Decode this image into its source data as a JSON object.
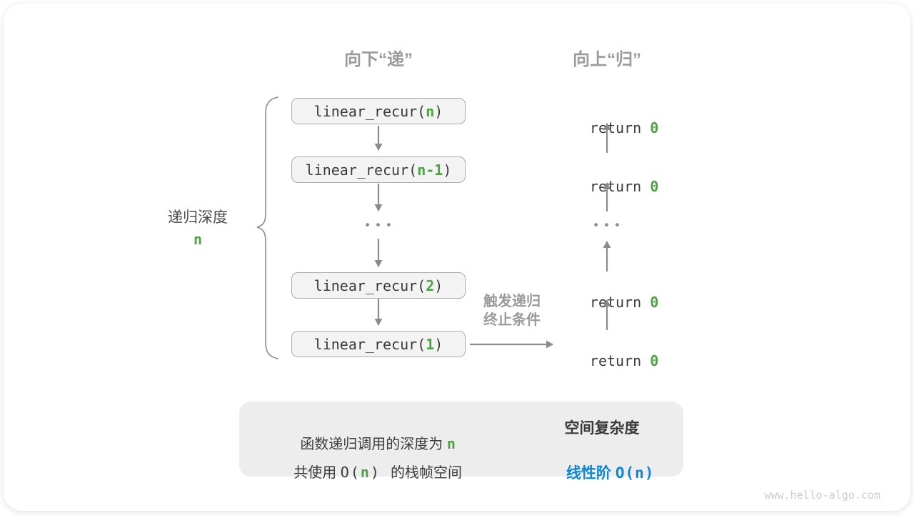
{
  "colors": {
    "green": "#50a046",
    "blue": "#0e86d6",
    "arrow_gray": "#8b8b8b"
  },
  "headers": {
    "descend": "向下“递”",
    "ascend": "向上“归”"
  },
  "depth_label": {
    "title": "递归深度",
    "value": "n"
  },
  "stack": {
    "frames": [
      {
        "pre": "linear_recur(",
        "arg": "n",
        "post": ")"
      },
      {
        "pre": "linear_recur(",
        "arg": "n-1",
        "post": ")"
      },
      {
        "pre": "linear_recur(",
        "arg": "2",
        "post": ")"
      },
      {
        "pre": "linear_recur(",
        "arg": "1",
        "post": ")"
      }
    ],
    "ellipsis": "•••"
  },
  "returns": {
    "items": [
      {
        "pre": "return ",
        "val": "0"
      },
      {
        "pre": "return ",
        "val": "0"
      },
      {
        "pre": "return ",
        "val": "0"
      },
      {
        "pre": "return ",
        "val": "0"
      }
    ],
    "ellipsis": "•••"
  },
  "trigger": {
    "line1": "触发递归",
    "line2": "终止条件"
  },
  "summary": {
    "left": {
      "line1_text": "函数递归调用的深度为 ",
      "line1_arg": "n",
      "line2_text1": "共使用 ",
      "line2_code_open": "O(",
      "line2_arg": "n",
      "line2_code_close": ") ",
      "line2_text2": "的栈帧空间"
    },
    "right": {
      "title": "空间复杂度",
      "value_label": "线性阶",
      "value_code": "O(n)"
    }
  },
  "watermark": "www.hello-algo.com"
}
